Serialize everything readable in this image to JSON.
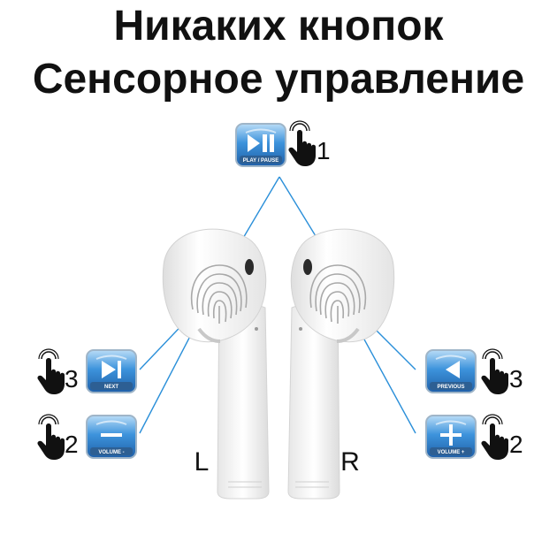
{
  "title": {
    "line1": "Никаких кнопок",
    "line2": "Сенсорное управление"
  },
  "buttons": {
    "play_pause": {
      "label": "PLAY / PAUSE",
      "taps": "1"
    },
    "next": {
      "label": "NEXT",
      "taps": "3"
    },
    "volume_down": {
      "label": "VOLUME -",
      "taps": "2"
    },
    "previous": {
      "label": "PREVIOUS",
      "taps": "3"
    },
    "volume_up": {
      "label": "VOLUME +",
      "taps": "2"
    }
  },
  "earbuds": {
    "left_label": "L",
    "right_label": "R"
  },
  "colors": {
    "button_blue": "#3a8fd8",
    "line_blue": "#2a8fd9"
  }
}
